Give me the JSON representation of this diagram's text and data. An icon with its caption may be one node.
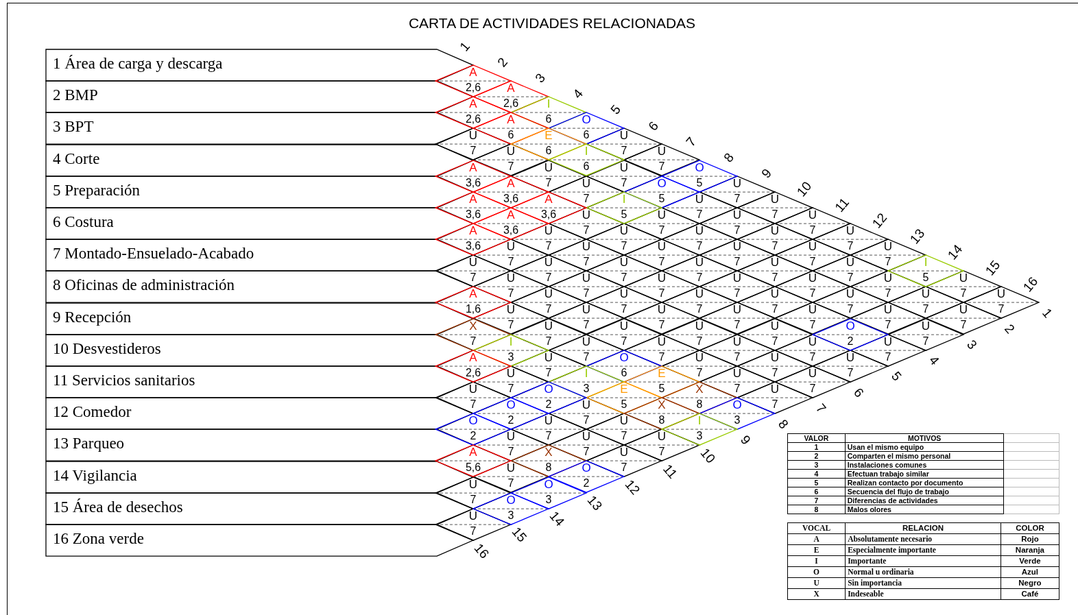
{
  "diagram": {
    "title": "CARTA DE ACTIVIDADES RELACIONADAS",
    "nodes": [
      {
        "text": [
          "1 Área de carga y descarga"
        ]
      },
      {
        "text": [
          "2 BMP"
        ]
      },
      {
        "text": [
          "3 BPT"
        ]
      },
      {
        "text": [
          "4 Corte"
        ]
      },
      {
        "text": [
          "5 Preparación"
        ]
      },
      {
        "text": [
          "6 Costura"
        ]
      },
      {
        "text": [
          "7 Montado-Ensuelado-Acabado"
        ]
      },
      {
        "text": [
          "8 Oficinas de administración"
        ]
      },
      {
        "text": [
          "9 Recepción"
        ]
      },
      {
        "text": [
          "10 Desvestideros"
        ]
      },
      {
        "text": [
          "11 Servicios sanitarios"
        ]
      },
      {
        "text": [
          "12 Comedor"
        ]
      },
      {
        "text": [
          "13 Parqueo"
        ]
      },
      {
        "text": [
          "14 Vigilancia"
        ]
      },
      {
        "text": [
          "15 Área de desechos"
        ]
      },
      {
        "text": [
          "16 Zona verde"
        ]
      },
      {
        "text": [
          "A",
          "2,6"
        ]
      },
      {
        "text": [
          "A",
          "2,6"
        ]
      },
      {
        "text": [
          "I",
          "6"
        ]
      },
      {
        "text": [
          "O",
          "6"
        ]
      },
      {
        "text": [
          "U",
          "7"
        ]
      },
      {
        "text": [
          "U",
          "7"
        ]
      },
      {
        "text": [
          "O",
          "5"
        ]
      },
      {
        "text": [
          "U",
          "7"
        ]
      },
      {
        "text": [
          "U",
          "7"
        ]
      },
      {
        "text": [
          "U",
          "7"
        ]
      },
      {
        "text": [
          "U",
          "7"
        ]
      },
      {
        "text": [
          "U",
          "7"
        ]
      },
      {
        "text": [
          "I",
          "5"
        ]
      },
      {
        "text": [
          "U",
          "7"
        ]
      },
      {
        "text": [
          "U",
          "7"
        ]
      },
      {
        "text": [
          "A",
          "2,6"
        ]
      },
      {
        "text": [
          "A",
          "6"
        ]
      },
      {
        "text": [
          "E",
          "6"
        ]
      },
      {
        "text": [
          "I",
          "6"
        ]
      },
      {
        "text": [
          "U",
          "7"
        ]
      },
      {
        "text": [
          "O",
          "5"
        ]
      },
      {
        "text": [
          "U",
          "7"
        ]
      },
      {
        "text": [
          "U",
          "7"
        ]
      },
      {
        "text": [
          "U",
          "7"
        ]
      },
      {
        "text": [
          "U",
          "7"
        ]
      },
      {
        "text": [
          "U",
          "7"
        ]
      },
      {
        "text": [
          "U",
          "7"
        ]
      },
      {
        "text": [
          "U",
          "7"
        ]
      },
      {
        "text": [
          "U",
          "7"
        ]
      },
      {
        "text": [
          "U",
          "7"
        ]
      },
      {
        "text": [
          "U",
          "7"
        ]
      },
      {
        "text": [
          "U",
          "7"
        ]
      },
      {
        "text": [
          "U",
          "7"
        ]
      },
      {
        "text": [
          "I",
          "5"
        ]
      },
      {
        "text": [
          "U",
          "7"
        ]
      },
      {
        "text": [
          "U",
          "7"
        ]
      },
      {
        "text": [
          "U",
          "7"
        ]
      },
      {
        "text": [
          "U",
          "7"
        ]
      },
      {
        "text": [
          "U",
          "7"
        ]
      },
      {
        "text": [
          "U",
          "7"
        ]
      },
      {
        "text": [
          "U",
          "7"
        ]
      },
      {
        "text": [
          "U",
          "7"
        ]
      },
      {
        "text": [
          "A",
          "3,6"
        ]
      },
      {
        "text": [
          "A",
          "3,6"
        ]
      },
      {
        "text": [
          "A",
          "3,6"
        ]
      },
      {
        "text": [
          "U",
          "7"
        ]
      },
      {
        "text": [
          "U",
          "7"
        ]
      },
      {
        "text": [
          "U",
          "7"
        ]
      },
      {
        "text": [
          "U",
          "7"
        ]
      },
      {
        "text": [
          "U",
          "7"
        ]
      },
      {
        "text": [
          "U",
          "7"
        ]
      },
      {
        "text": [
          "U",
          "7"
        ]
      },
      {
        "text": [
          "O",
          "2"
        ]
      },
      {
        "text": [
          "U",
          "7"
        ]
      },
      {
        "text": [
          "A",
          "3,6"
        ]
      },
      {
        "text": [
          "A",
          "3,6"
        ]
      },
      {
        "text": [
          "U",
          "7"
        ]
      },
      {
        "text": [
          "U",
          "7"
        ]
      },
      {
        "text": [
          "U",
          "7"
        ]
      },
      {
        "text": [
          "U",
          "7"
        ]
      },
      {
        "text": [
          "U",
          "7"
        ]
      },
      {
        "text": [
          "U",
          "7"
        ]
      },
      {
        "text": [
          "U",
          "7"
        ]
      },
      {
        "text": [
          "U",
          "7"
        ]
      },
      {
        "text": [
          "U",
          "7"
        ]
      },
      {
        "text": [
          "A",
          "3,6"
        ]
      },
      {
        "text": [
          "U",
          "7"
        ]
      },
      {
        "text": [
          "U",
          "7"
        ]
      },
      {
        "text": [
          "U",
          "7"
        ]
      },
      {
        "text": [
          "U",
          "7"
        ]
      },
      {
        "text": [
          "U",
          "7"
        ]
      },
      {
        "text": [
          "U",
          "7"
        ]
      },
      {
        "text": [
          "U",
          "7"
        ]
      },
      {
        "text": [
          "U",
          "7"
        ]
      },
      {
        "text": [
          "U",
          "7"
        ]
      },
      {
        "text": [
          "U",
          "7"
        ]
      },
      {
        "text": [
          "U",
          "7"
        ]
      },
      {
        "text": [
          "U",
          "7"
        ]
      },
      {
        "text": [
          "U",
          "7"
        ]
      },
      {
        "text": [
          "U",
          "7"
        ]
      },
      {
        "text": [
          "U",
          "7"
        ]
      },
      {
        "text": [
          "U",
          "7"
        ]
      },
      {
        "text": [
          "U",
          "7"
        ]
      },
      {
        "text": [
          "U",
          "7"
        ]
      },
      {
        "text": [
          "A",
          "1,6"
        ]
      },
      {
        "text": [
          "U",
          "7"
        ]
      },
      {
        "text": [
          "U",
          "7"
        ]
      },
      {
        "text": [
          "U",
          "7"
        ]
      },
      {
        "text": [
          "O",
          "6"
        ]
      },
      {
        "text": [
          "E",
          "5"
        ]
      },
      {
        "text": [
          "X",
          "8"
        ]
      },
      {
        "text": [
          "O",
          "3"
        ]
      },
      {
        "text": [
          "X",
          "7"
        ]
      },
      {
        "text": [
          "I",
          "3"
        ]
      },
      {
        "text": [
          "U",
          "7"
        ]
      },
      {
        "text": [
          "I",
          "3"
        ]
      },
      {
        "text": [
          "E",
          "5"
        ]
      },
      {
        "text": [
          "X",
          "8"
        ]
      },
      {
        "text": [
          "I",
          "3"
        ]
      },
      {
        "text": [
          "A",
          "2,6"
        ]
      },
      {
        "text": [
          "U",
          "7"
        ]
      },
      {
        "text": [
          "O",
          "2"
        ]
      },
      {
        "text": [
          "U",
          "7"
        ]
      },
      {
        "text": [
          "U",
          "7"
        ]
      },
      {
        "text": [
          "U",
          "7"
        ]
      },
      {
        "text": [
          "U",
          "7"
        ]
      },
      {
        "text": [
          "O",
          "2"
        ]
      },
      {
        "text": [
          "U",
          "7"
        ]
      },
      {
        "text": [
          "U",
          "7"
        ]
      },
      {
        "text": [
          "U",
          "7"
        ]
      },
      {
        "text": [
          "O",
          "2"
        ]
      },
      {
        "text": [
          "U",
          "7"
        ]
      },
      {
        "text": [
          "X",
          "8"
        ]
      },
      {
        "text": [
          "O",
          "2"
        ]
      },
      {
        "text": [
          "A",
          "5,6"
        ]
      },
      {
        "text": [
          "U",
          "7"
        ]
      },
      {
        "text": [
          "O",
          "3"
        ]
      },
      {
        "text": [
          "U",
          "7"
        ]
      },
      {
        "text": [
          "O",
          "3"
        ]
      },
      {
        "text": [
          "U",
          "7"
        ]
      }
    ],
    "labels": [
      "1",
      "2",
      "3",
      "4",
      "5",
      "6",
      "7",
      "8",
      "9",
      "10",
      "11",
      "12",
      "13",
      "14",
      "15",
      "16",
      "1",
      "2",
      "3",
      "4",
      "5",
      "6",
      "7",
      "8",
      "9",
      "10",
      "11",
      "12",
      "13",
      "14",
      "15",
      "16",
      "VALOR",
      "MOTIVOS",
      "1",
      "Usan el mismo equipo",
      "2",
      "Comparten el mismo personal",
      "3",
      "Instalaciones comunes",
      "4",
      "Efectuan trabajo similar",
      "5",
      "Realizan contacto por documento",
      "6",
      "Secuencia del flujo de trabajo",
      "7",
      "Diferencias de actividades",
      "8",
      "Malos olores",
      "VOCAL",
      "RELACION",
      "COLOR",
      "A",
      "Absolutamente necesario",
      "Rojo",
      "E",
      "Especialmente importante",
      "Naranja",
      "I",
      "Importante",
      "Verde",
      "O",
      "Normal u ordinaria",
      "Azul",
      "U",
      "Sin importancia",
      "Negro",
      "X",
      "Indeseable",
      "Café"
    ]
  }
}
